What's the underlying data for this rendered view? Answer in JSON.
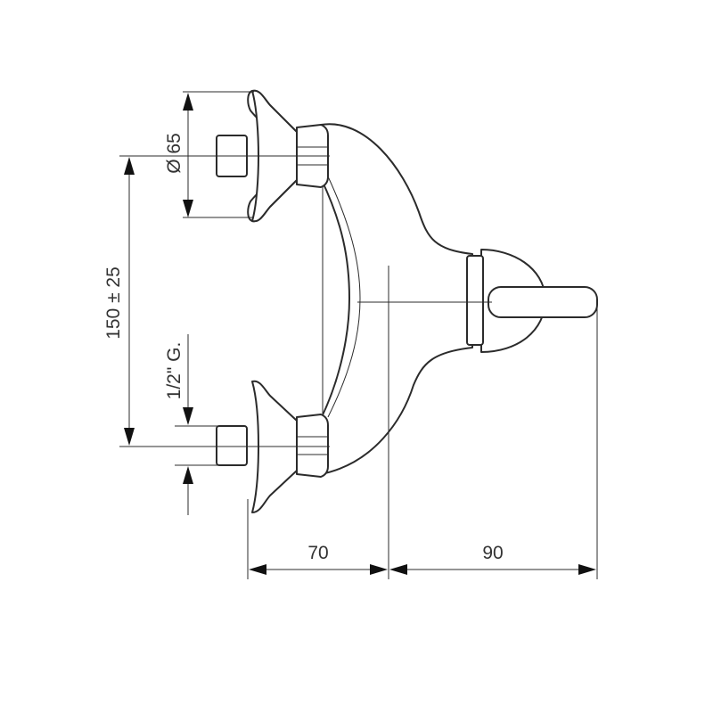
{
  "dimensions": {
    "diameter": "Ø 65",
    "center_distance": "150 ± 25",
    "thread": "1/2\" G.",
    "depth_to_body": "70",
    "depth_to_lever": "90"
  },
  "colors": {
    "line": "#2b2b2b",
    "arrow": "#111111",
    "text": "#333333",
    "background": "#ffffff"
  }
}
